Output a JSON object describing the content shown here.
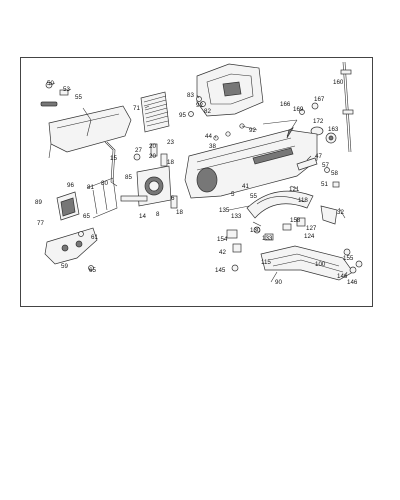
{
  "diagram": {
    "part_labels": [
      "50",
      "53",
      "55",
      "71",
      "83",
      "92",
      "95",
      "82",
      "44",
      "38",
      "92",
      "160",
      "166",
      "169",
      "167",
      "172",
      "163",
      "47",
      "57",
      "58",
      "51",
      "41",
      "121",
      "55",
      "5",
      "27",
      "20",
      "23",
      "18",
      "20",
      "15",
      "96",
      "81",
      "80",
      "85",
      "89",
      "65",
      "77",
      "61",
      "59",
      "65",
      "8",
      "14",
      "18",
      "6",
      "135",
      "133",
      "118",
      "32",
      "130",
      "133",
      "158",
      "127",
      "124",
      "155",
      "154",
      "42",
      "145",
      "115",
      "100",
      "146",
      "146",
      "90"
    ]
  }
}
